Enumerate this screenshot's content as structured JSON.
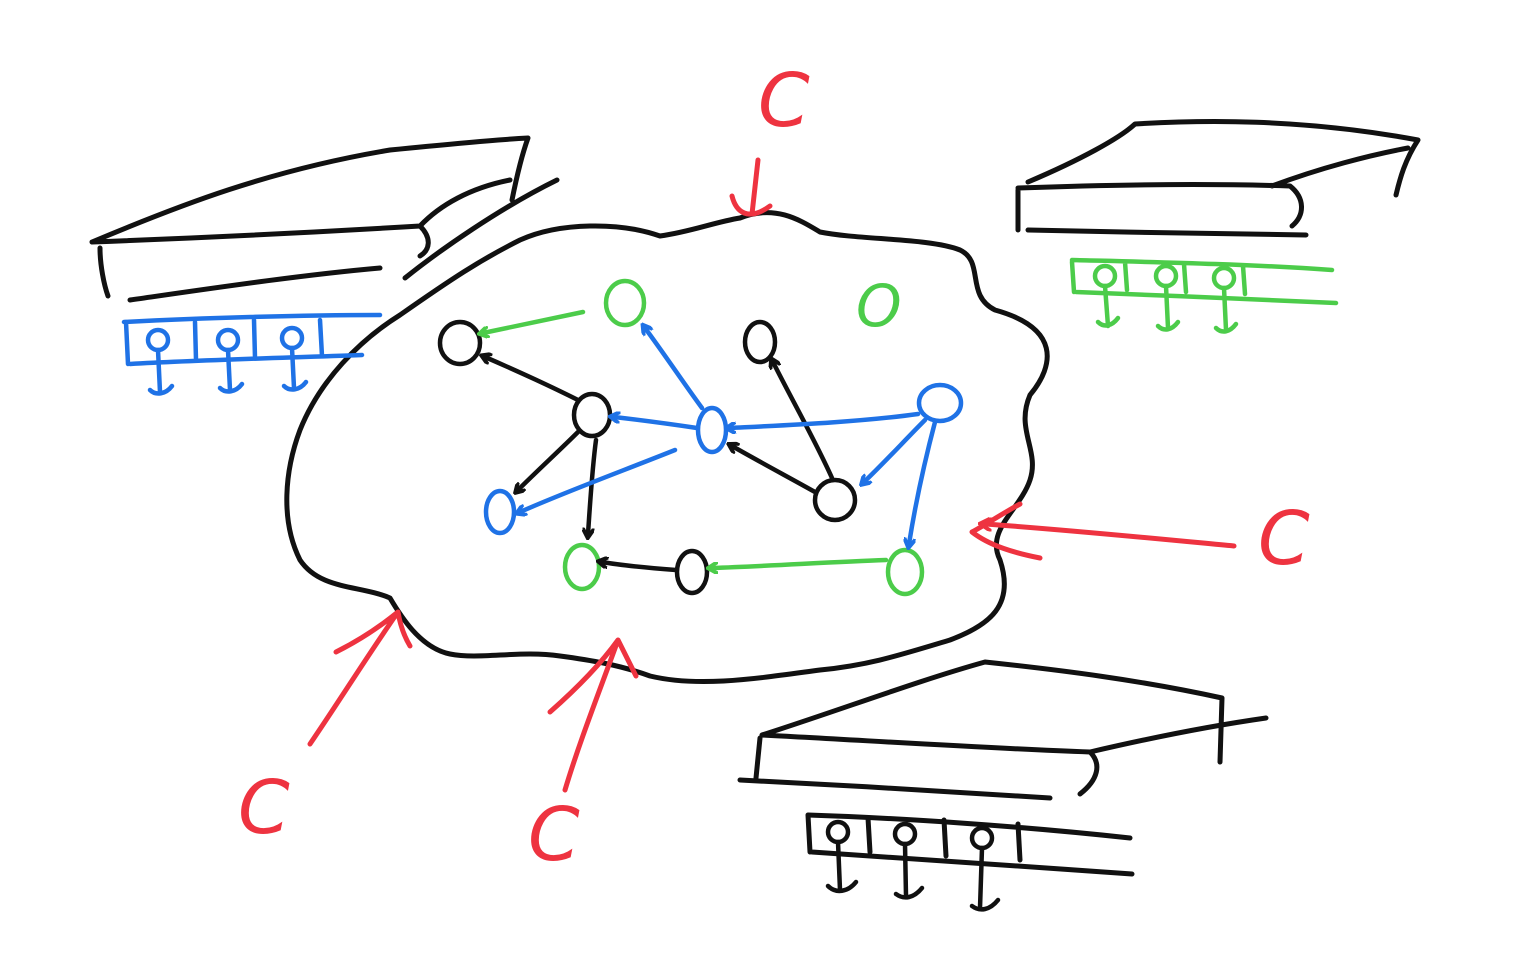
{
  "colors": {
    "black": "#111111",
    "blue": "#1f72e6",
    "green": "#4ccc4a",
    "red": "#ee3340"
  },
  "labels": {
    "top_c": "C",
    "right_c": "C",
    "bottom_left_c": "C",
    "bottom_mid_c": "C",
    "isolated_node": "O"
  },
  "machines": [
    {
      "id": "machine-blue",
      "color": "blue",
      "slots": 3
    },
    {
      "id": "machine-green",
      "color": "green",
      "slots": 3
    },
    {
      "id": "machine-black",
      "color": "black",
      "slots": 3
    }
  ],
  "graph": {
    "node_colors": [
      "black",
      "green",
      "blue",
      "black",
      "green",
      "black"
    ],
    "edge_colors": [
      "black",
      "green",
      "blue"
    ]
  }
}
